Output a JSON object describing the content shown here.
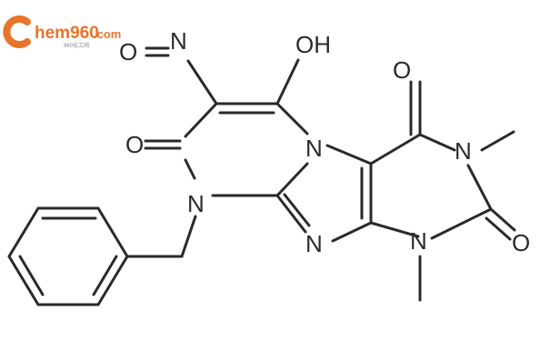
{
  "watermark": {
    "brand": "hem960",
    "dotcom": ".com",
    "sub": "960化工网",
    "accent_color": "#e8742a"
  },
  "atoms": {
    "O_nitroso": "O",
    "N_nitroso": "N",
    "OH": "OH",
    "O_top_right": "O",
    "O_left": "O",
    "N_bridge": "N",
    "N_benzyl": "N",
    "N_imidazole": "N",
    "N_right_top": "N",
    "O_right": "O",
    "N_right_bottom": "N"
  }
}
